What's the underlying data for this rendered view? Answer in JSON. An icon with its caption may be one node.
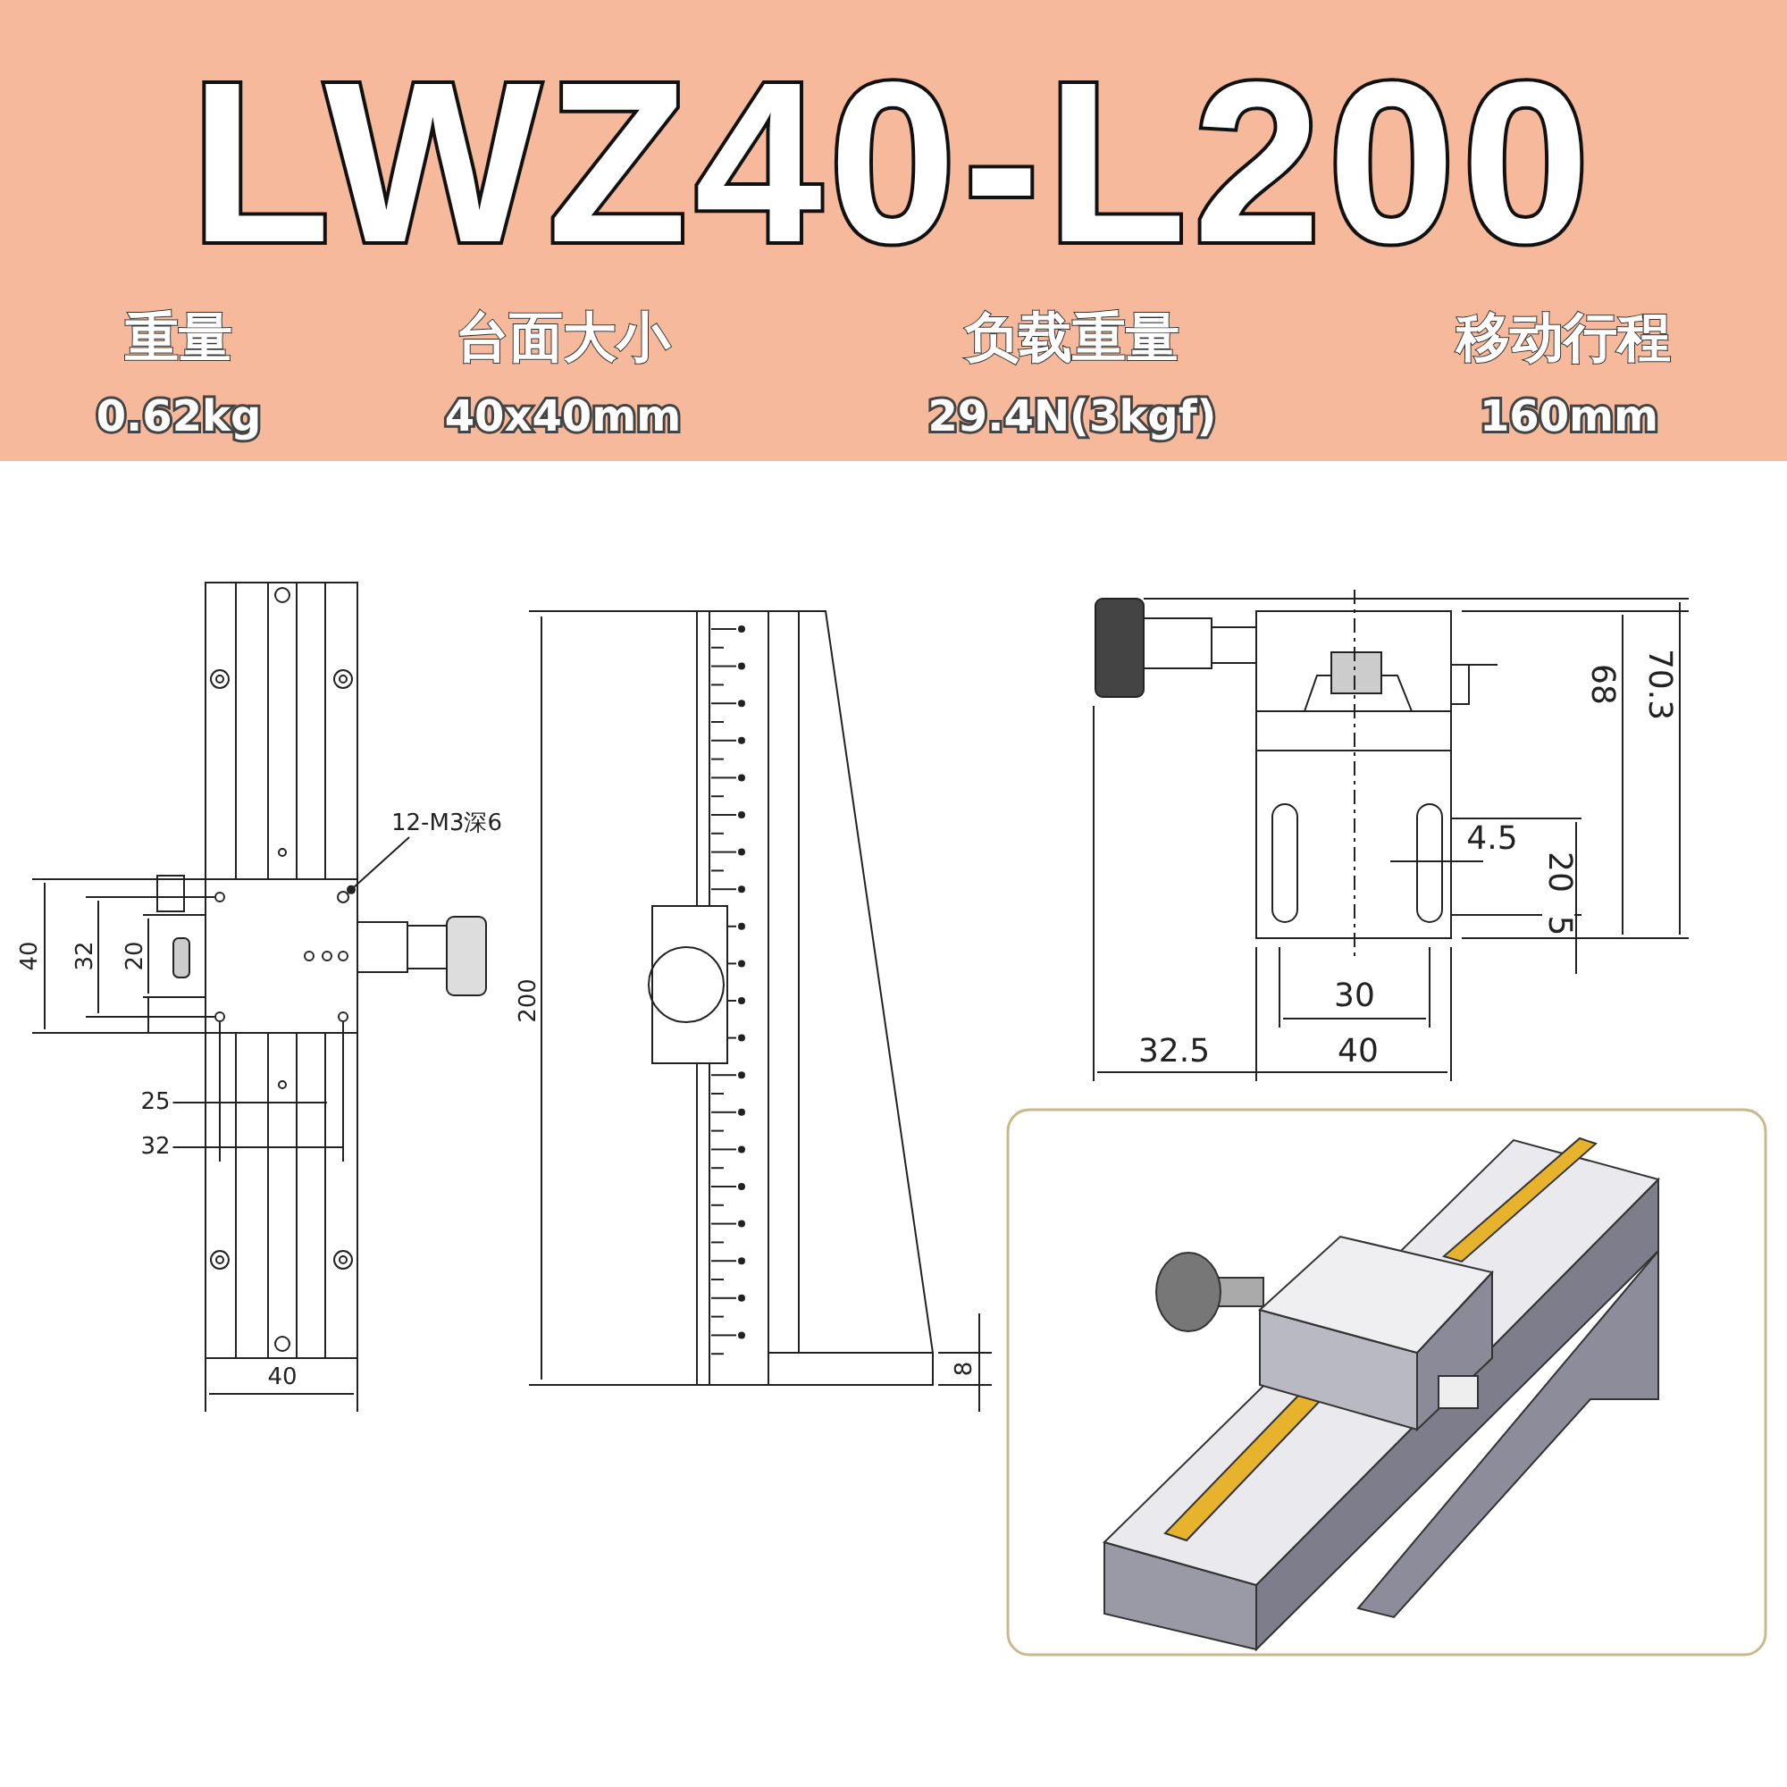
{
  "diagram": {
    "title": "LWZ40-L200",
    "nodes": [
      {
        "text": [
          "12-M3深6"
        ]
      },
      {
        "text": [],
        "shape": "circle"
      }
    ],
    "edges": [
      {
        "from": 0,
        "to": 1,
        "arrow": "other"
      }
    ],
    "labels": [
      "重量",
      "0.62kg",
      "台面大小",
      "40x40mm",
      "负载重量",
      "29.4N(3kgf)",
      "移动行程",
      "160mm",
      "40",
      "32",
      "20",
      "25",
      "32",
      "40",
      "200",
      "8",
      "68",
      "70.3",
      "4.5",
      "20",
      "5",
      "30",
      "32.5",
      "40"
    ]
  }
}
